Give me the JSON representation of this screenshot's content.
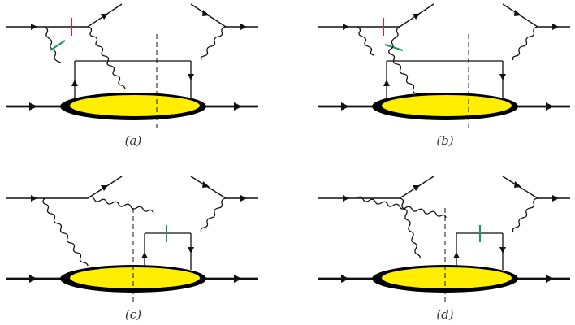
{
  "panels": [
    {
      "id": "a",
      "caption": "(a)"
    },
    {
      "id": "b",
      "caption": "(b)"
    },
    {
      "id": "c",
      "caption": "(c)"
    },
    {
      "id": "d",
      "caption": "(d)"
    }
  ],
  "colors": {
    "blob_fill": "#ffee00",
    "blob_rim": "#000000",
    "line": "#111111",
    "cut_mark_red": "#e0203a",
    "cut_mark_green": "#1a9a5a"
  }
}
